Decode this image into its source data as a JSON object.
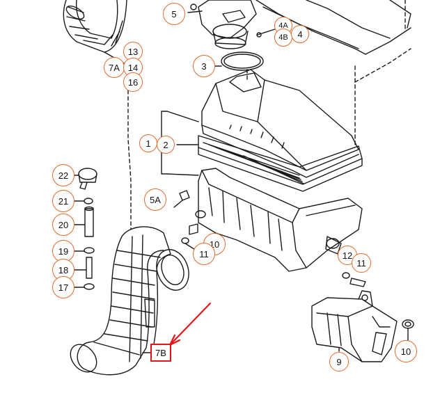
{
  "callouts": {
    "c5": "5",
    "c4a": "4A",
    "c4b": "4B",
    "c4": "4",
    "c3": "3",
    "c13": "13",
    "c14": "14",
    "c16": "16",
    "c7a": "7A",
    "c1": "1",
    "c2": "2",
    "c22": "22",
    "c21": "21",
    "c20": "20",
    "c19": "19",
    "c18": "18",
    "c17": "17",
    "c5a": "5A",
    "c10a": "10",
    "c11a": "11",
    "c12": "12",
    "c11b": "11",
    "c9": "9",
    "c10b": "10"
  },
  "highlight": {
    "label": "7B",
    "color": "#e0161b"
  },
  "colors": {
    "callout_border": "#e06a2a",
    "line": "#1a1a1a",
    "arrow": "#e0161b"
  }
}
